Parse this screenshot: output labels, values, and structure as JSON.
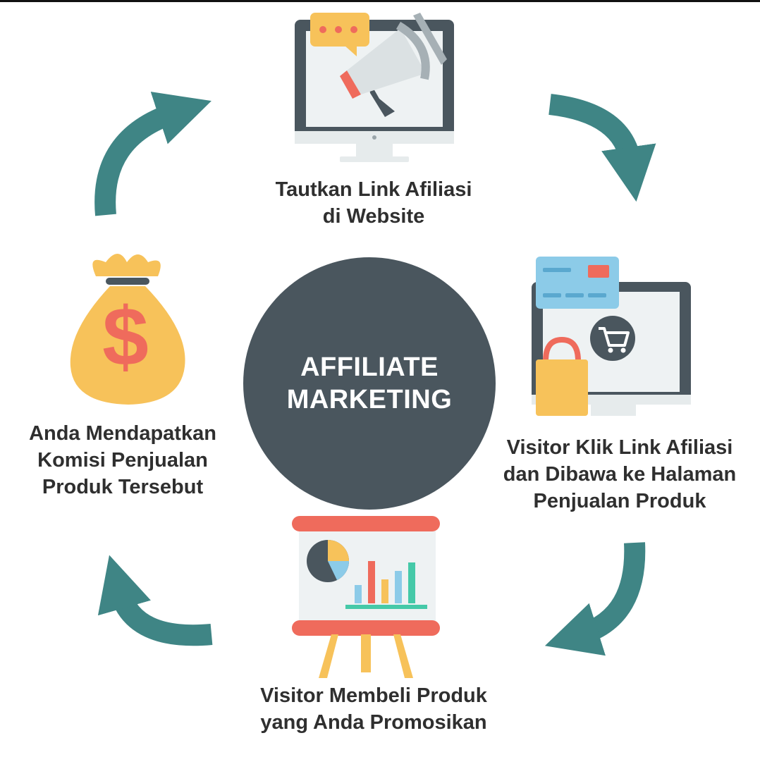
{
  "center": {
    "line1": "AFFILIATE",
    "line2": "MARKETING"
  },
  "steps": [
    {
      "line1": "Tautkan Link Afiliasi",
      "line2": "di Website",
      "icon": "megaphone-monitor-icon"
    },
    {
      "line1": "Visitor Klik Link Afiliasi",
      "line2": "dan Dibawa ke Halaman",
      "line3": "Penjualan Produk",
      "icon": "shopping-monitor-icon"
    },
    {
      "line1": "Visitor Membeli Produk",
      "line2": "yang Anda Promosikan",
      "icon": "presentation-board-icon"
    },
    {
      "line1": "Anda Mendapatkan",
      "line2": "Komisi Penjualan",
      "line3": "Produk Tersebut",
      "icon": "money-bag-icon"
    }
  ],
  "colors": {
    "arrow": "#3f8585",
    "center": "#4a565e",
    "monitor": "#4a565e",
    "accent_yellow": "#f7c25a",
    "accent_red": "#ef6b5c",
    "accent_blue": "#8ccbe8",
    "accent_green": "#45c9a8"
  }
}
